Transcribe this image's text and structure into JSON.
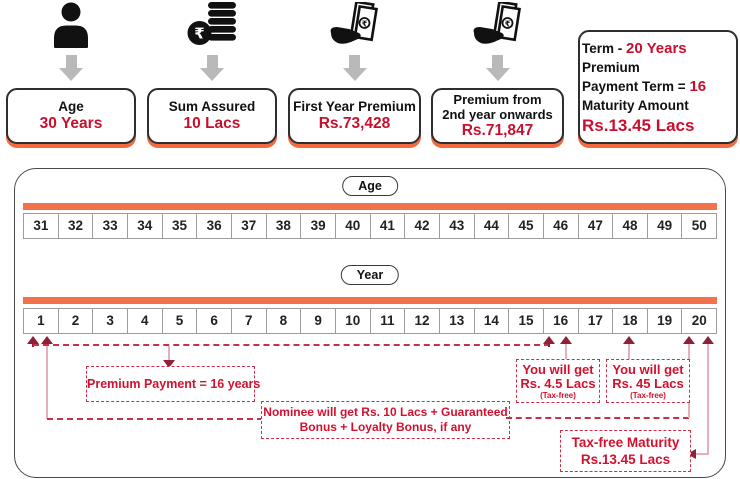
{
  "top_cards": [
    {
      "icon": "person-icon",
      "label": "Age",
      "value": "30 Years"
    },
    {
      "icon": "rupee-coins-icon",
      "label": "Sum Assured",
      "value": "10 Lacs"
    },
    {
      "icon": "cash-in-hand-icon",
      "label": "First Year Premium",
      "value": "Rs.73,428"
    },
    {
      "icon": "cash-in-hand-icon",
      "label_line1": "Premium from",
      "label_line2": "2nd year onwards",
      "value": "Rs.71,847"
    }
  ],
  "summary_card": {
    "term_label": "Term  -",
    "term_value": "20 Years",
    "premium_word": "Premium",
    "ppt_label": "Payment Term =",
    "ppt_value": "16",
    "maturity_label": "Maturity Amount",
    "maturity_value": "Rs.13.45 Lacs"
  },
  "timeline": {
    "age_label": "Age",
    "age_values": [
      "31",
      "32",
      "33",
      "34",
      "35",
      "36",
      "37",
      "38",
      "39",
      "40",
      "41",
      "42",
      "43",
      "44",
      "45",
      "46",
      "47",
      "48",
      "49",
      "50"
    ],
    "year_label": "Year",
    "year_values": [
      "1",
      "2",
      "3",
      "4",
      "5",
      "6",
      "7",
      "8",
      "9",
      "10",
      "11",
      "12",
      "13",
      "14",
      "15",
      "16",
      "17",
      "18",
      "19",
      "20"
    ]
  },
  "annotations": {
    "premium_payment": "Premium Payment = 16 years",
    "nominee_line1": "Nominee will get Rs. 10 Lacs + Guaranteed",
    "nominee_line2": "Bonus + Loyalty Bonus, if any",
    "survival_16": {
      "line1": "You will get",
      "line2": "Rs. 4.5 Lacs",
      "note": "(Tax-free)"
    },
    "survival_18": {
      "line1": "You will get",
      "line2": "Rs. 45 Lacs",
      "note": "(Tax-free)"
    },
    "maturity": {
      "line1": "Tax-free Maturity",
      "line2": "Rs.13.45 Lacs"
    }
  },
  "colors": {
    "accent_orange": "#F3714B",
    "card_shadow_orange": "#F26A40",
    "value_red": "#C8102E",
    "annotation_red": "#D3112E",
    "dash_red": "#C83047",
    "arrow_maroon": "#8E2135",
    "arrow_pink": "#E9AEB9",
    "gray_arrow": "#B9B9B9"
  }
}
